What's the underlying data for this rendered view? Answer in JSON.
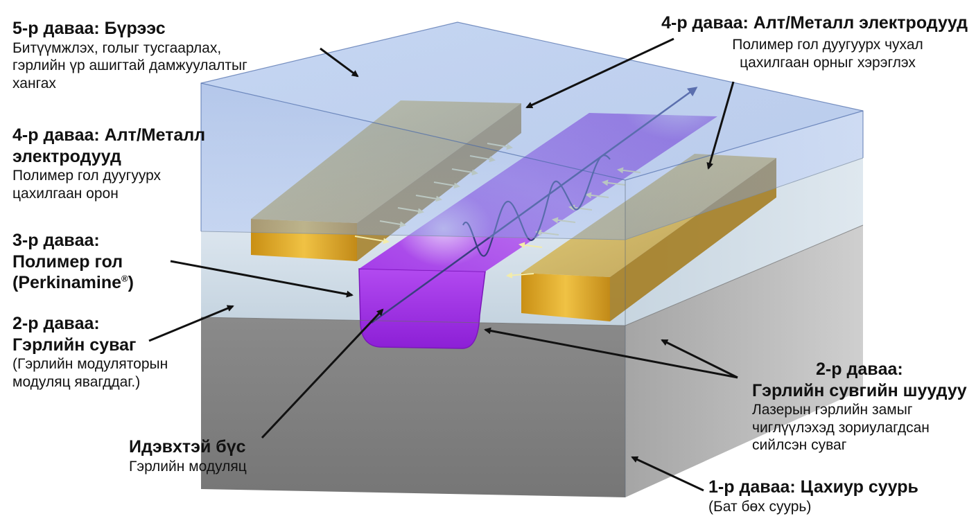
{
  "colors": {
    "substrate": "#8f8f8f",
    "cladding": "#cfdce6",
    "encapsulation": "#6f95d6",
    "electrode_gold": "#d2a62c",
    "polymer_purple": "#a63be8",
    "arrow": "#111111"
  },
  "labels": {
    "layer5": {
      "title": "5-р давaa: Бүрээс",
      "desc1": "Битүүмжлэх, голыг тусгаарлах,",
      "desc2": "гэрлийн үр ашигтай дамжуулалтыг",
      "desc3": "хангах"
    },
    "layer4_left": {
      "title1": "4-р давaa: Алт/Металл",
      "title2": "электродууд",
      "desc1": "Полимер гол дуугуурх",
      "desc2": "цахилгаан орон"
    },
    "layer3": {
      "title1": "3-р давaa:",
      "title2": "Полимер гол",
      "title3_pre": "(Perkinamine",
      "title3_sup": "®",
      "title3_post": ")"
    },
    "layer2_left": {
      "title1": "2-р давaa:",
      "title2": "Гэрлийн суваг",
      "desc1": "(Гэрлийн модуляторын",
      "desc2": "модуляц явагддаг.)"
    },
    "active": {
      "title": "Идэвхтэй бүс",
      "desc": "Гэрлийн модуляц"
    },
    "layer4_right": {
      "title": "4-р давaa: Алт/Металл электродууд",
      "desc1": "Полимер гол дуугуурх чухал",
      "desc2": "цахилгаан орныг хэрэглэх"
    },
    "layer2_right": {
      "title1": "2-р давaa:",
      "title2": "Гэрлийн сувгийн шуудуу",
      "desc1": "Лазерын гэрлийн замыг",
      "desc2": "чиглүүлэхэд зориулагдсан",
      "desc3": "сийлсэн суваг"
    },
    "layer1": {
      "title": "1-р давaa: Цахиур суурь",
      "desc": "(Бат бөх суурь)"
    }
  }
}
